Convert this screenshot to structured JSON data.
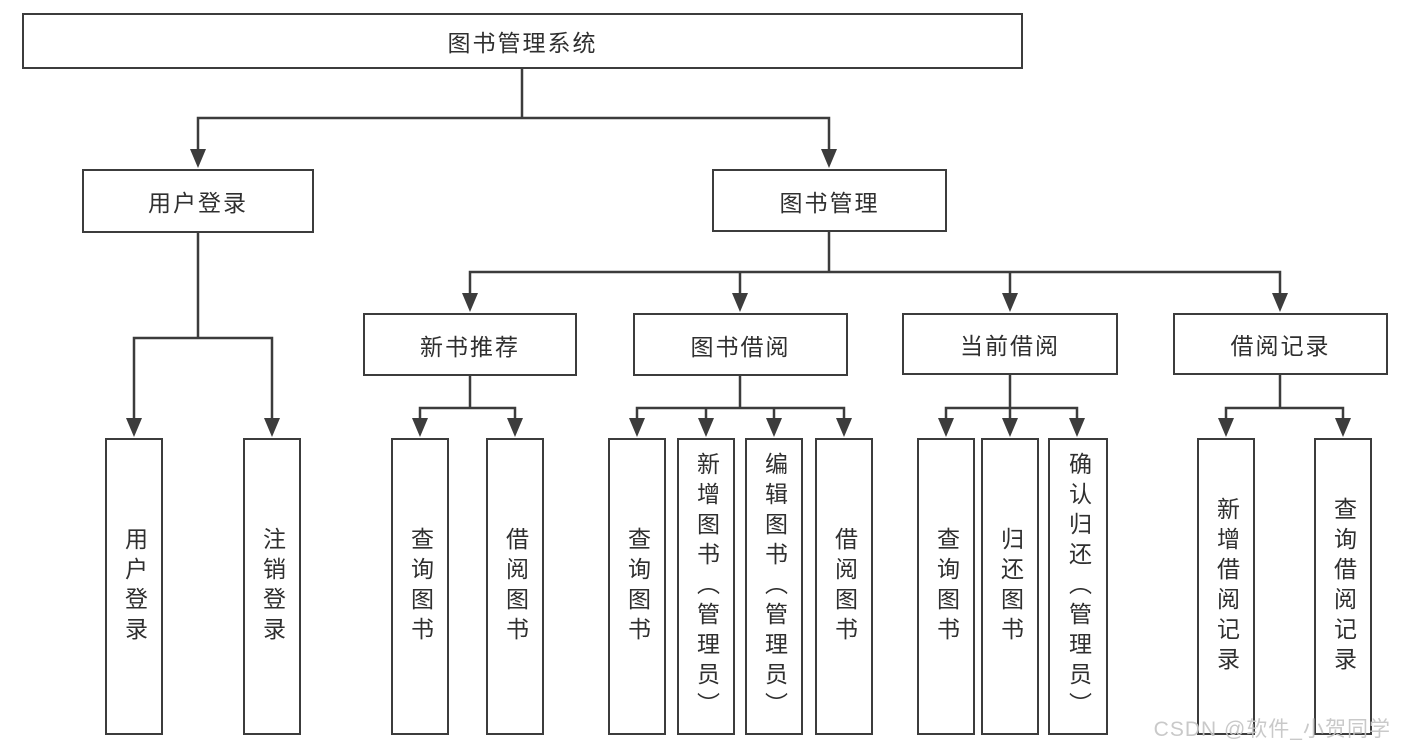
{
  "tree": {
    "root": {
      "label": "图书管理系统"
    },
    "level2": [
      {
        "label": "用户登录"
      },
      {
        "label": "图书管理"
      }
    ],
    "level3": [
      {
        "label": "新书推荐"
      },
      {
        "label": "图书借阅"
      },
      {
        "label": "当前借阅"
      },
      {
        "label": "借阅记录"
      }
    ],
    "groups": [
      {
        "leaves": [
          {
            "label": "用户登录"
          },
          {
            "label": "注销登录"
          }
        ]
      },
      {
        "leaves": [
          {
            "label": "查询图书"
          },
          {
            "label": "借阅图书"
          }
        ]
      },
      {
        "leaves": [
          {
            "label": "查询图书"
          },
          {
            "label": "新增图书（管理员）"
          },
          {
            "label": "编辑图书（管理员）"
          },
          {
            "label": "借阅图书"
          }
        ]
      },
      {
        "leaves": [
          {
            "label": "查询图书"
          },
          {
            "label": "归还图书"
          },
          {
            "label": "确认归还（管理员）"
          }
        ]
      },
      {
        "leaves": [
          {
            "label": "新增借阅记录"
          },
          {
            "label": "查询借阅记录"
          }
        ]
      }
    ]
  },
  "watermark": {
    "text": "CSDN @软件_小贺同学"
  },
  "colors": {
    "line": "#3c3c3c",
    "border": "#3c3c3c",
    "text": "#2f2f2f",
    "background": "#ffffff",
    "watermark": "#c6c6c6"
  }
}
